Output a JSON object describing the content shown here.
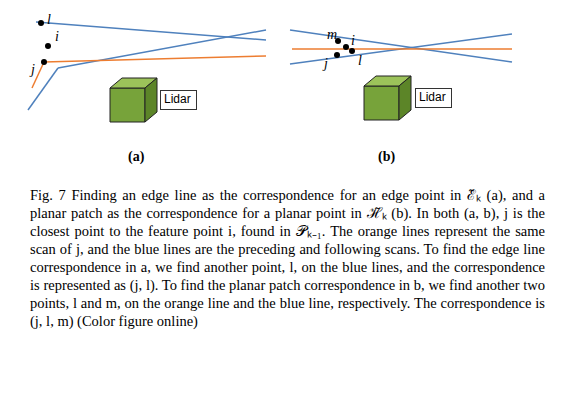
{
  "diagram": {
    "caption": "Fig. 7 Finding an edge line as the correspondence for an edge point in ℰ̃ₖ (a), and a planar patch as the correspondence for a planar point in ℋ̃ₖ (b). In both (a, b), j is the closest point to the feature point i, found in 𝒫ₖ₋₁. The orange lines represent the same scan of j, and the blue lines are the preceding and following scans. To find the edge line correspondence in a, we find another point, l, on the blue lines, and the correspondence is represented as (j, l). To find the planar patch correspondence in b, we find another two points, l and m, on the orange line and the blue line, respectively. The correspondence is (j, l, m) (Color figure online)",
    "nodes": [
      {
        "text": [
          "Lidar"
        ]
      },
      {
        "text": [
          "Lidar"
        ]
      }
    ],
    "labels": [
      "i",
      "j",
      "l",
      "(a)",
      "m",
      "i",
      "j",
      "l",
      "(b)"
    ]
  }
}
